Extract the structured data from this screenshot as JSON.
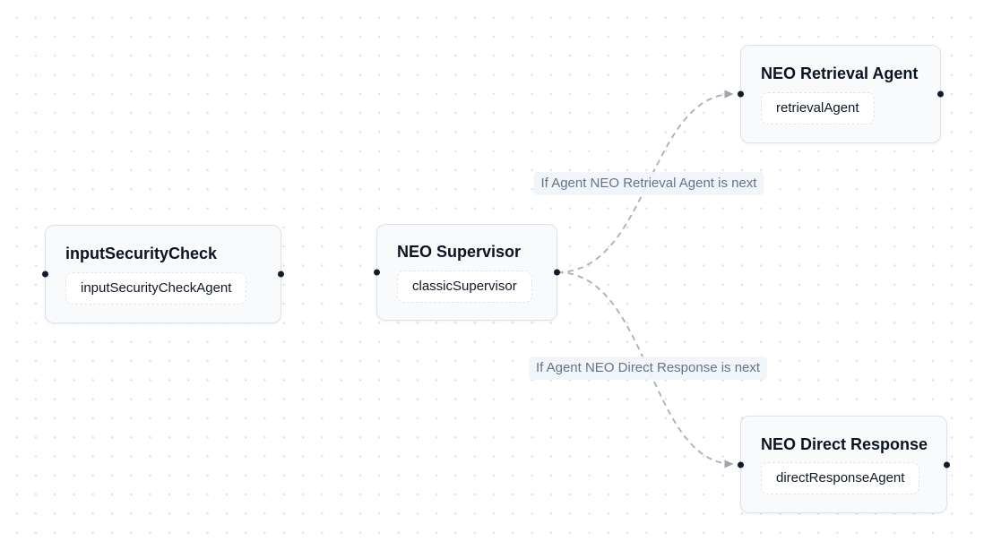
{
  "nodes": [
    {
      "title": "inputSecurityCheck",
      "agent": "inputSecurityCheckAgent"
    },
    {
      "title": "NEO Supervisor",
      "agent": "classicSupervisor"
    },
    {
      "title": "NEO Retrieval Agent",
      "agent": "retrievalAgent"
    },
    {
      "title": "NEO Direct Response",
      "agent": "directResponseAgent"
    }
  ],
  "edges": [
    {
      "from": "NEO Supervisor",
      "to": "NEO Retrieval Agent",
      "label": "If Agent NEO Retrieval Agent is next",
      "style": "dashed"
    },
    {
      "from": "NEO Supervisor",
      "to": "NEO Direct Response",
      "label": "If Agent NEO Direct Response is next",
      "style": "dashed"
    }
  ],
  "colors": {
    "canvas_background": "#ffffff",
    "grid_dot": "#dcdee2",
    "node_background": "#f8fafc",
    "node_border": "#dde3ec",
    "node_title_text": "#0b1220",
    "agent_chip_background": "#ffffff",
    "agent_chip_border": "#e2e6eb",
    "agent_chip_text": "#111827",
    "edge_stroke": "#a9aeb8",
    "edge_arrow": "#9ca3af",
    "edge_label_text": "#64748b",
    "edge_label_background": "#f1f4f8",
    "handle_dot": "#141a2b"
  }
}
